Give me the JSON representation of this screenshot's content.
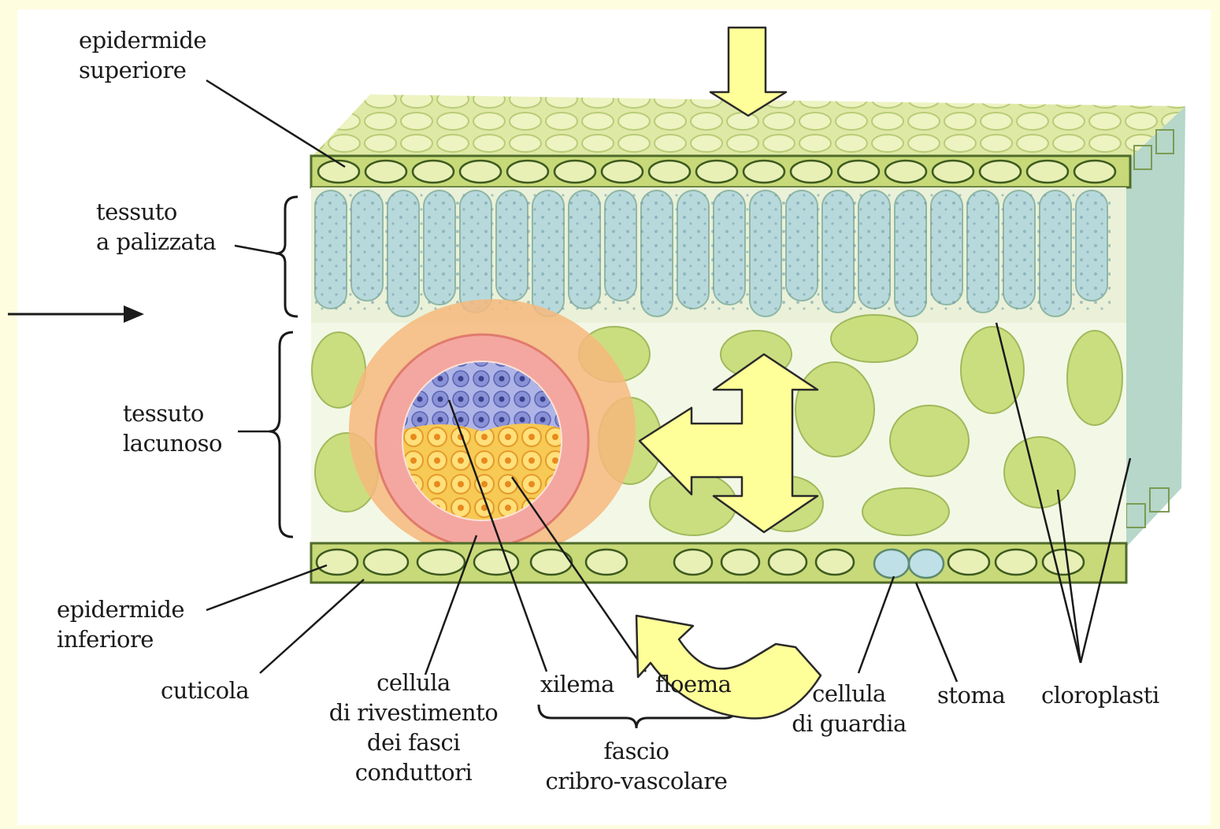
{
  "labels": {
    "epidermide_superiore": [
      "epidermide",
      "superiore"
    ],
    "tessuto_palizzata": [
      "tessuto",
      "a palizzata"
    ],
    "tessuto_lacunoso": [
      "tessuto",
      "lacunoso"
    ],
    "epidermide_inferiore": [
      "epidermide",
      "inferiore"
    ],
    "cuticola": "cuticola",
    "cellula_rivestimento": [
      "cellula",
      "di rivestimento",
      "dei fasci",
      "conduttori"
    ],
    "xilema": "xilema",
    "floema": "floema",
    "fascio": [
      "fascio",
      "cribro-vascolare"
    ],
    "cellula_guardia": [
      "cellula",
      "di guardia"
    ],
    "stoma": "stoma",
    "cloroplasti": "cloroplasti"
  },
  "colors": {
    "page_border": "#fffde0",
    "arrow_fill": "#ffff99",
    "leaf_green": "#c9dd7a",
    "palisade_blue": "#b8d9dc",
    "phloem_orange": "#f6b23c",
    "xylem_blue": "#6f78c9",
    "sheath_pink": "#f4a7a0"
  }
}
